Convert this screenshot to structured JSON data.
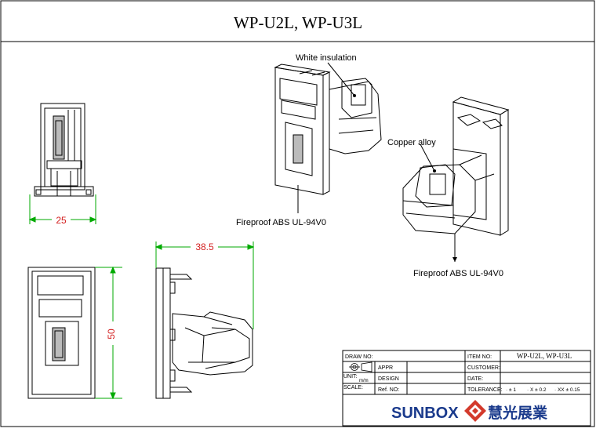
{
  "drawing": {
    "title": "WP-U2L,  WP-U3L",
    "callouts": {
      "white_insulation": "White insulation",
      "fireproof_1": "Fireproof ABS UL-94V0",
      "copper_alloy": "Copper alloy",
      "fireproof_2": "Fireproof ABS UL-94V0"
    },
    "dimensions": {
      "width": "25",
      "depth": "38.5",
      "height": "50"
    }
  },
  "title_block": {
    "draw_no_label": "DRAW NO:",
    "appr_label": "APPR",
    "unit_label": "UNIT:",
    "unit_value": "m/m",
    "design_label": "DESIGN",
    "scale_label": "SCALE:",
    "ref_no_label": "Ref. NO:",
    "item_no_label": "ITEM NO:",
    "item_no_value": "WP-U2L, WP-U3L",
    "customer_label": "CUSTOMER:",
    "date_label": "DATE:",
    "tolerance_label": "TOLERANCE:",
    "tol_1": "· ± 1",
    "tol_2": "· X ± 0.2",
    "tol_3": "· XX ± 0.15",
    "brand_name": "SUNBOX",
    "brand_chinese": "慧光展業",
    "brand_color": "#1a3a8c",
    "brand_logo_color": "#d33a2c"
  }
}
